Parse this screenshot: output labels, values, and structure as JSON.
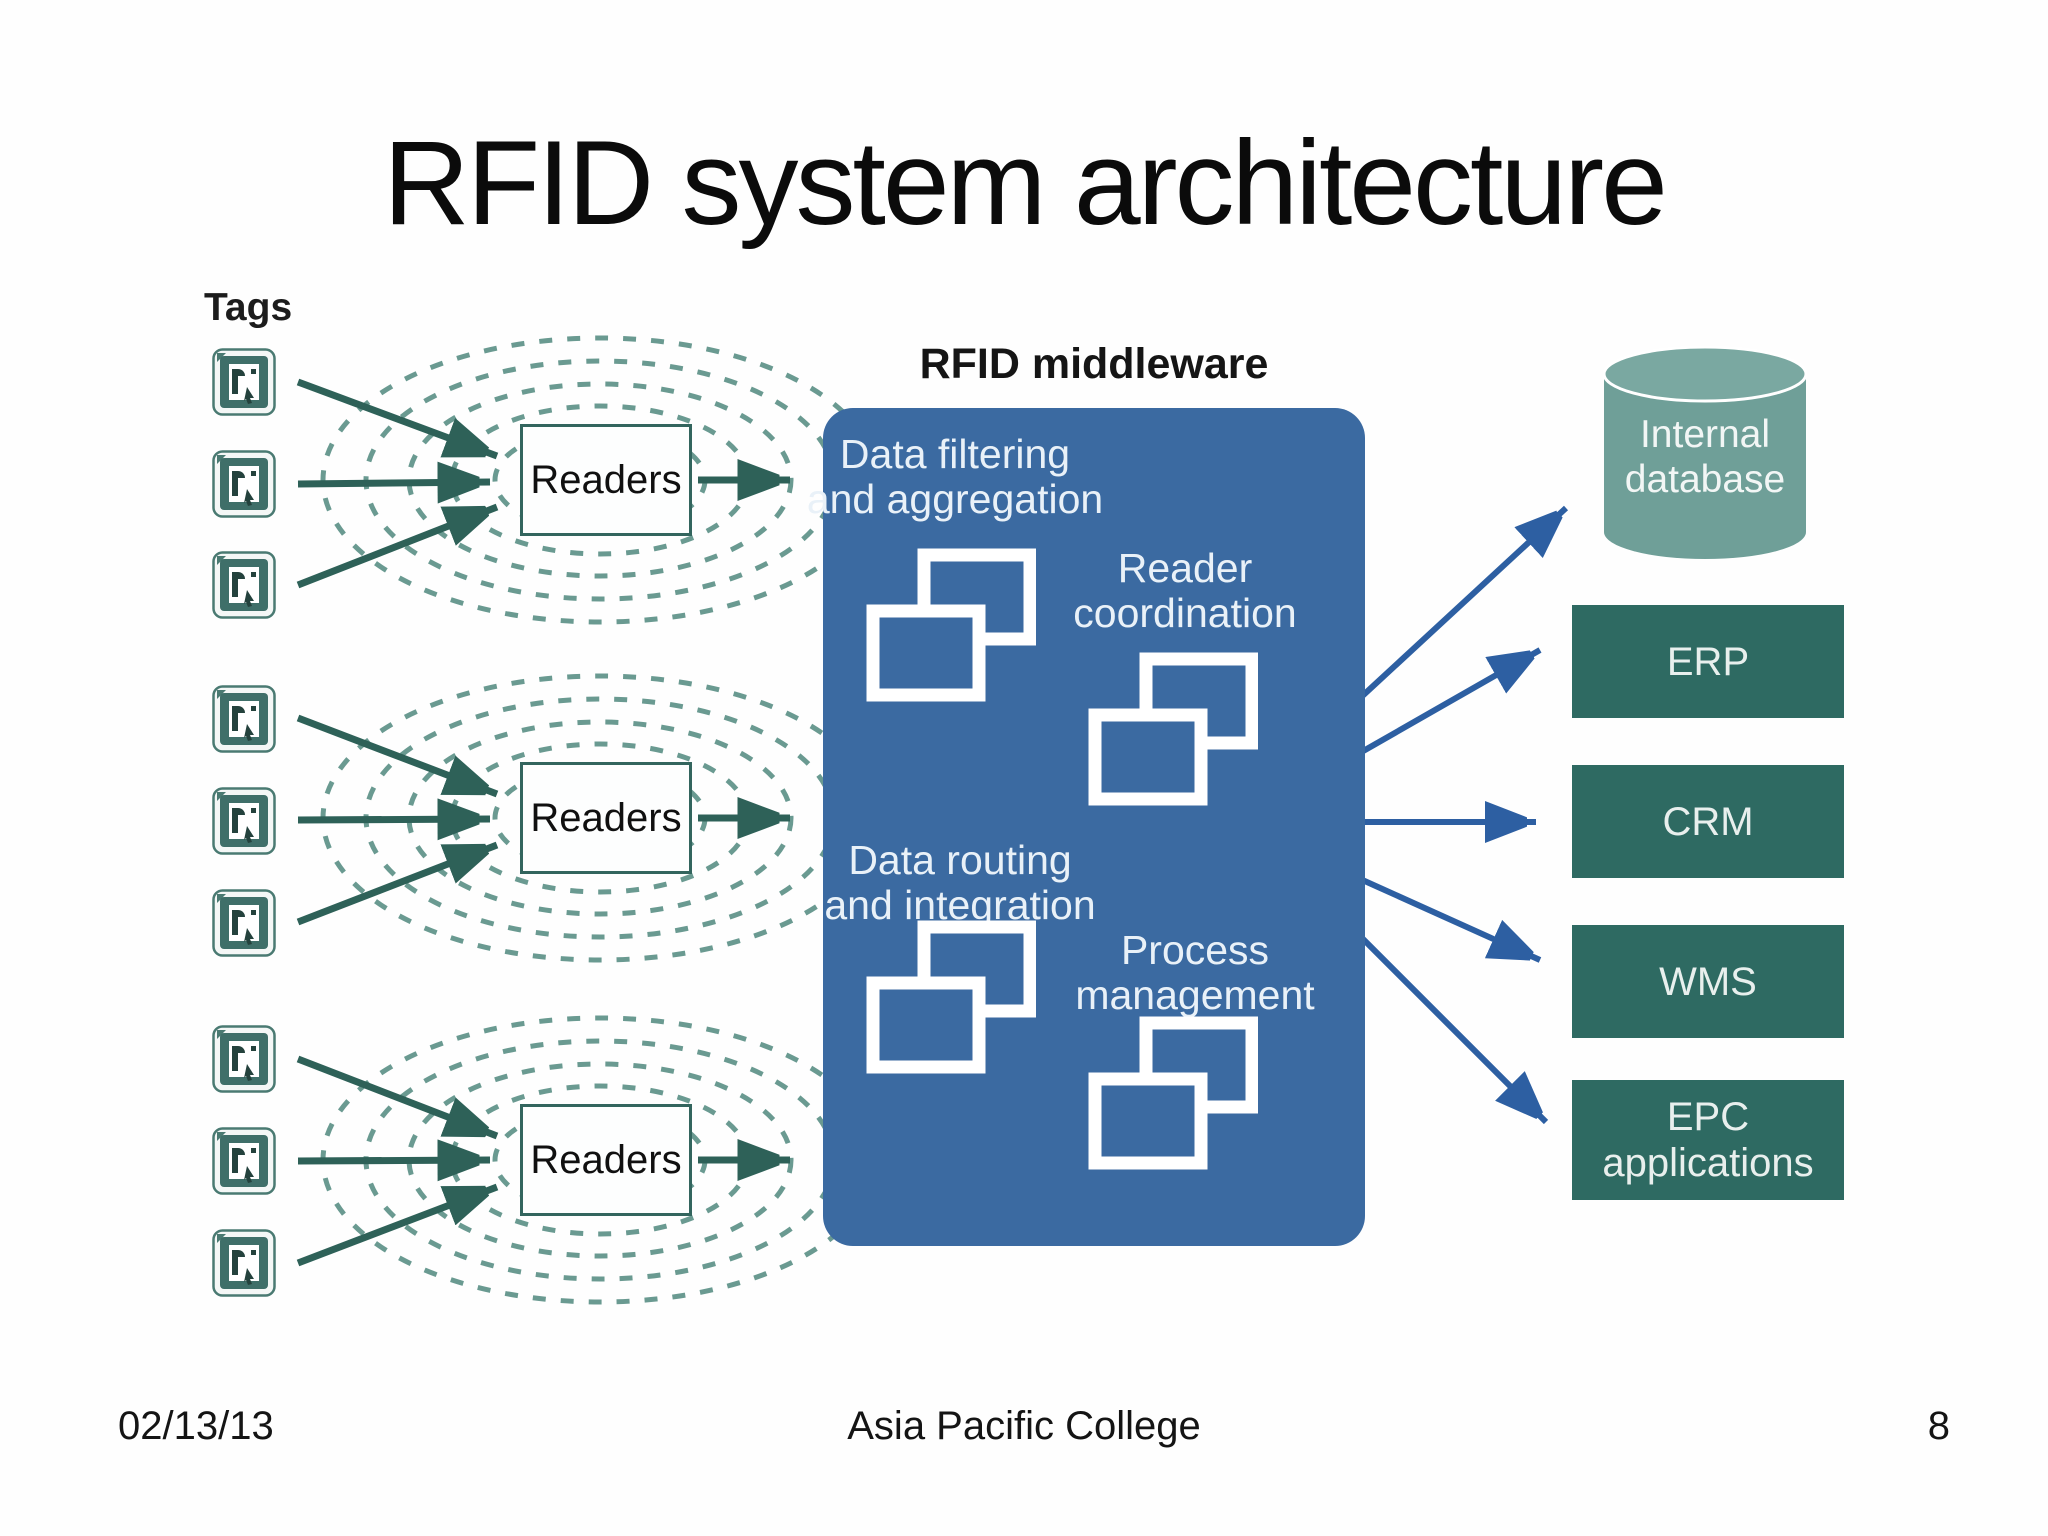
{
  "slide": {
    "title": "RFID system architecture",
    "footer": {
      "date": "02/13/13",
      "center": "Asia Pacific College",
      "page_number": "8"
    }
  },
  "diagram": {
    "tags_label": "Tags",
    "reader_label": "Readers",
    "middleware": {
      "title": "RFID middleware",
      "functions": [
        {
          "label": "Data filtering and aggregation",
          "lines": [
            "Data filtering",
            "and aggregation"
          ]
        },
        {
          "label": "Reader coordination",
          "lines": [
            "Reader",
            "coordination"
          ]
        },
        {
          "label": "Data routing and integration",
          "lines": [
            "Data routing",
            "and integration"
          ]
        },
        {
          "label": "Process management",
          "lines": [
            "Process",
            "management"
          ]
        }
      ]
    },
    "outputs": {
      "database": {
        "label": "Internal database",
        "lines": [
          "Internal",
          "database"
        ]
      },
      "systems": [
        {
          "label": "ERP",
          "lines": [
            "ERP"
          ]
        },
        {
          "label": "CRM",
          "lines": [
            "CRM"
          ]
        },
        {
          "label": "WMS",
          "lines": [
            "WMS"
          ]
        },
        {
          "label": "EPC applications",
          "lines": [
            "EPC",
            "applications"
          ]
        }
      ]
    },
    "colors": {
      "middleware_blue": "#3b6aa1",
      "arrow_blue": "#2d5fa2",
      "system_box_teal": "#2e6a62",
      "database_teal": "#6f9f98",
      "signal_arrow_teal": "#2e6158",
      "wave_dash_teal": "#6a9a91",
      "tag_teal": "#3f6f69"
    }
  }
}
